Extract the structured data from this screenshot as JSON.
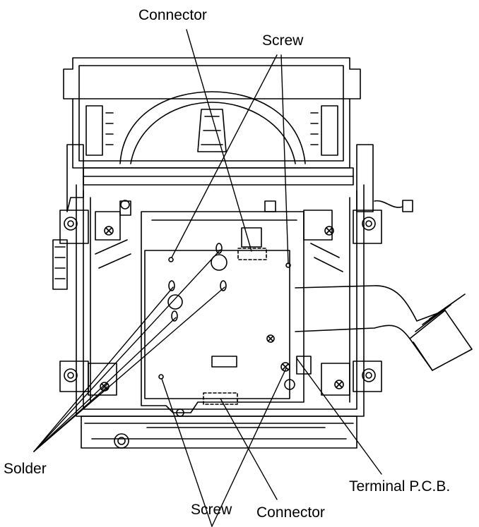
{
  "labels": {
    "connector_top": "Connector",
    "screw_top": "Screw",
    "solder": "Solder",
    "terminal_pcb": "Terminal P.C.B.",
    "screw_bottom": "Screw",
    "connector_bottom": "Connector"
  },
  "colors": {
    "line": "#000000",
    "background": "#ffffff"
  }
}
